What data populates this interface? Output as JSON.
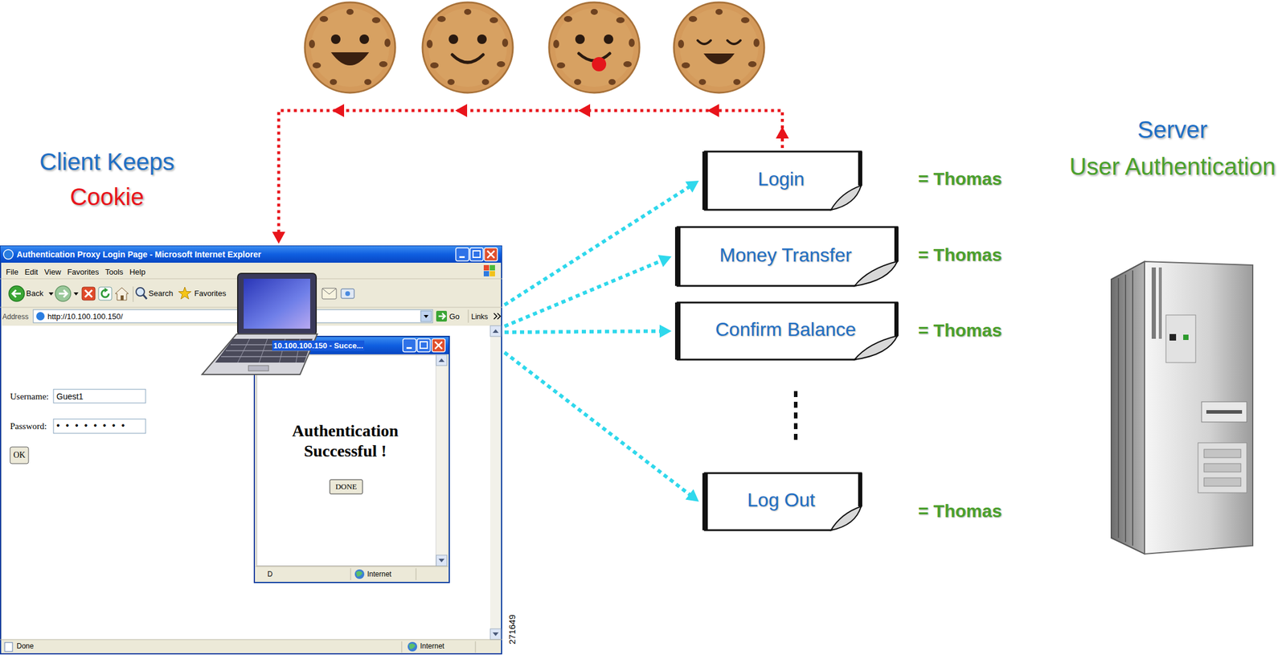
{
  "diagram": {
    "nodes": [
      {
        "text": [
          "Authentication Proxy Login Page - Microsoft Internet Explorer",
          "File Edit View Favorites Tools Help",
          "Back",
          "Search",
          "Favorites",
          "Address",
          "http://10.100.100.150/",
          "Go",
          "Links",
          "Username:",
          "Guest1",
          "Password:",
          "••••••••",
          "OK",
          "Done",
          "Internet"
        ]
      },
      {
        "text": [
          "10.100.100.150 - Succe...",
          "Authentication Successful !",
          "DONE",
          "D",
          "Internet"
        ],
        "in": 0
      },
      {
        "text": [
          "Login"
        ]
      },
      {
        "text": [
          "Money Transfer"
        ]
      },
      {
        "text": [
          "Confirm Balance"
        ]
      },
      {
        "text": [
          "Log Out"
        ]
      }
    ],
    "edges": [
      {
        "from": 0,
        "to": 2,
        "arrow": "to"
      },
      {
        "from": 0,
        "to": 3,
        "arrow": "to"
      },
      {
        "from": 0,
        "to": 4,
        "arrow": "to"
      },
      {
        "from": 0,
        "to": 5,
        "arrow": "to"
      },
      {
        "from": 2,
        "to": 0,
        "arrow": "to"
      }
    ],
    "labels": [
      "Client Keeps",
      "Cookie",
      "Server",
      "User Authentication",
      "= Thomas",
      "= Thomas",
      "= Thomas",
      "= Thomas",
      "271649"
    ]
  }
}
